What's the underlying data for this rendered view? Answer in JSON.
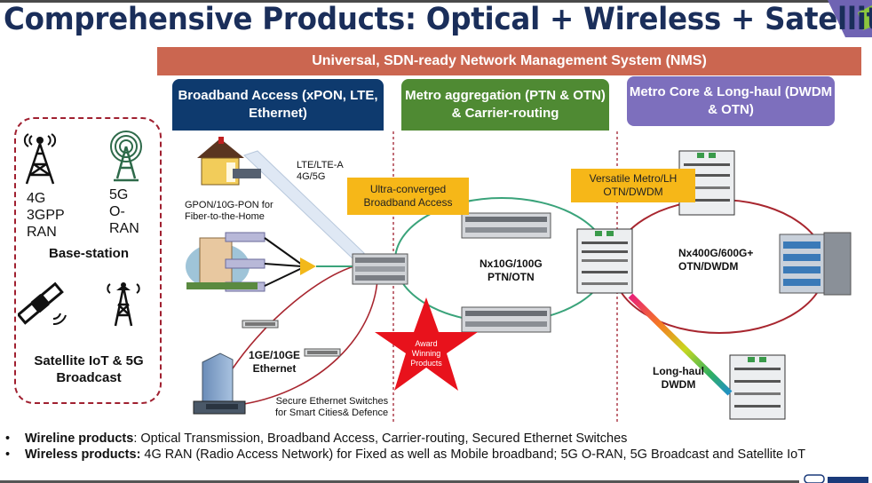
{
  "title": "Comprehensive Products: Optical + Wireless + Satellite",
  "nms_banner": "Universal, SDN-ready Network Management System (NMS)",
  "segments": [
    {
      "label": "Broadband Access (xPON, LTE, Ethernet)",
      "color": "#0e3a6e"
    },
    {
      "label": "Metro aggregation (PTN & OTN) & Carrier-routing",
      "color": "#4f8a33"
    },
    {
      "label": "Metro Core & Long-haul (DWDM & OTN)",
      "color": "#7d6fbd"
    }
  ],
  "base_station_panel": {
    "item_4g": [
      "4G",
      "3GPP",
      "RAN"
    ],
    "item_5g": [
      "5G",
      "O-",
      "RAN"
    ],
    "base_station_label": "Base-station",
    "satellite_label": "Satellite IoT & 5G Broadcast",
    "icons": [
      "cell-tower-4g-icon",
      "antenna-5g-icon",
      "satellite-icon",
      "broadcast-tower-icon"
    ]
  },
  "access": {
    "lte_label_1": "LTE/LTE-A",
    "lte_label_2": "4G/5G",
    "gpon_label_1": "GPON/10G-PON for",
    "gpon_label_2": "Fiber-to-the-Home",
    "ethernet_label_1": "1GE/10GE",
    "ethernet_label_2": "Ethernet",
    "secure_switch_1": "Secure Ethernet Switches",
    "secure_switch_2": "for Smart Cities& Defence",
    "ultra_converged": "Ultra-converged Broadband Access"
  },
  "metro": {
    "ring_label_1": "Nx10G/100G",
    "ring_label_2": "PTN/OTN",
    "award": [
      "Award",
      "Winning",
      "Products"
    ]
  },
  "core": {
    "versatile": "Versatile Metro/LH OTN/DWDM",
    "ring_label_1": "Nx400G/600G+",
    "ring_label_2": "OTN/DWDM",
    "longhaul_1": "Long-haul",
    "longhaul_2": "DWDM"
  },
  "bullets": [
    {
      "head": "Wireline products",
      "sep": ":",
      "text": " Optical Transmission, Broadband Access, Carrier-routing, Secured Ethernet Switches"
    },
    {
      "head": "Wireless products:",
      "sep": "",
      "text": " 4G RAN (Radio Access Network) for Fixed as well as Mobile broadband; 5G O-RAN, 5G Broadcast  and Satellite IoT"
    }
  ],
  "colors": {
    "title": "#1a2e5a",
    "nms": "#cb6650",
    "accent_yellow": "#f6b718",
    "ring_green": "#3aa37a",
    "ring_red": "#a8262f",
    "star_red": "#e8121c"
  }
}
